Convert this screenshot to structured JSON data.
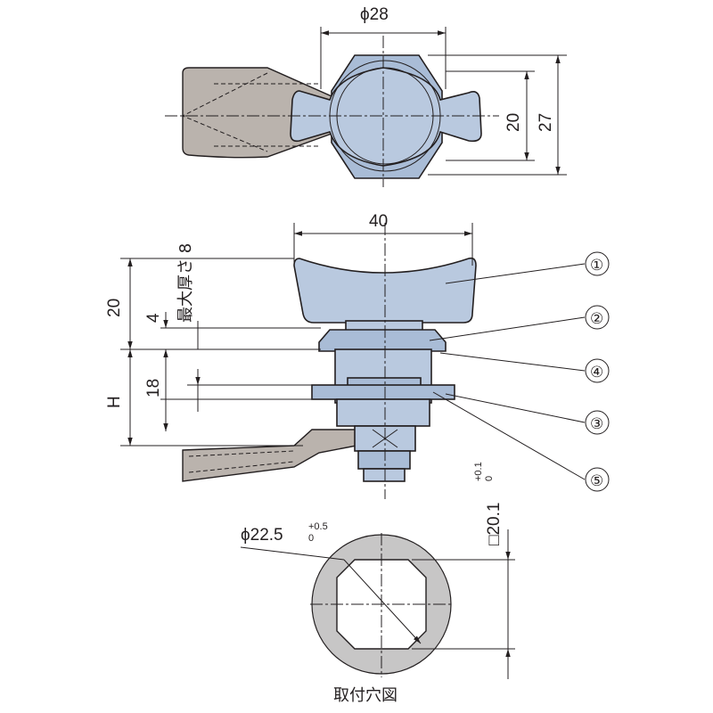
{
  "top_view": {
    "dim_diameter": "ϕ28",
    "dim_20": "20",
    "dim_27": "27"
  },
  "side_view": {
    "dim_40": "40",
    "dim_20": "20",
    "dim_4": "4",
    "dim_18": "18",
    "dim_H": "H",
    "max_thickness": "最大厚さ 8",
    "callouts": [
      "①",
      "②",
      "④",
      "③",
      "⑤"
    ]
  },
  "hole_view": {
    "dim_diameter_main": "ϕ22.5",
    "dim_diameter_tol_upper": "+0.5",
    "dim_diameter_tol_lower": "0",
    "dim_square_main": "□20.1",
    "dim_square_tol_upper": "+0.1",
    "dim_square_tol_lower": "0",
    "caption": "取付穴図"
  },
  "colors": {
    "part_fill": "#b9c9df",
    "cam_fill": "#bab3ad",
    "hole_ring": "#c7c6c6",
    "line": "#231f20"
  }
}
